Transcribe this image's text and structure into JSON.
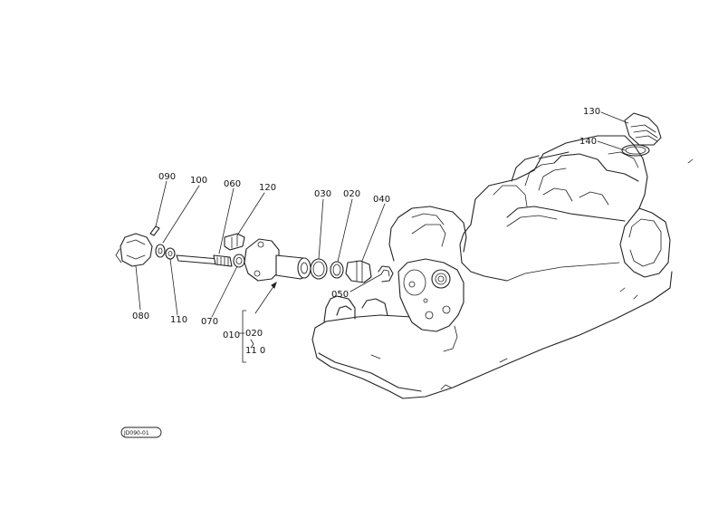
{
  "labels": {
    "p130": "130",
    "p140": "140",
    "p090": "090",
    "p100": "100",
    "p060": "060",
    "p120": "120",
    "p030": "030",
    "p020": "020",
    "p040": "040",
    "p050": "050",
    "p080": "080",
    "p110": "110",
    "p070": "070",
    "g010": "010",
    "g020": "020",
    "g110": "11 0"
  },
  "reference_code": "JD090-01"
}
